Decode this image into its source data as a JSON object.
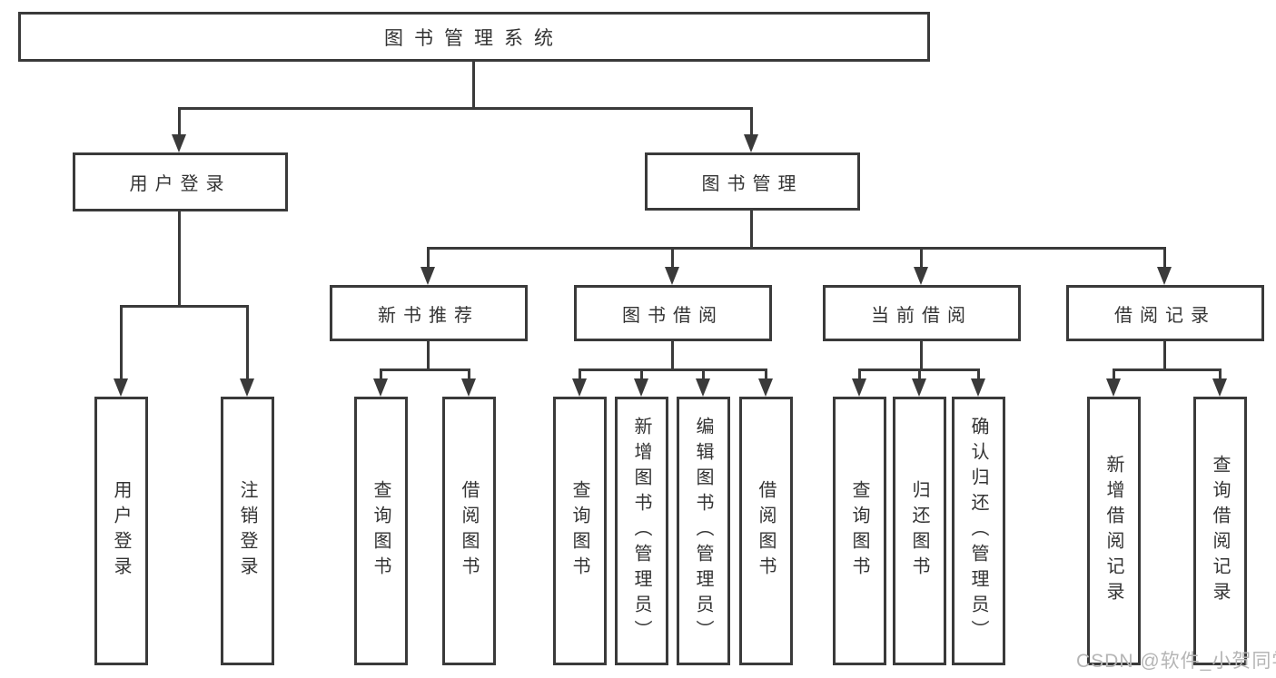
{
  "diagram": {
    "root": {
      "label": "图书管理系统"
    },
    "level2": [
      {
        "label": "用户登录",
        "children": [
          {
            "label": "用户登录"
          },
          {
            "label": "注销登录"
          }
        ]
      },
      {
        "label": "图书管理"
      }
    ],
    "level3": [
      {
        "label": "新书推荐",
        "children": [
          {
            "label": "查询图书"
          },
          {
            "label": "借阅图书"
          }
        ]
      },
      {
        "label": "图书借阅",
        "children": [
          {
            "label": "查询图书"
          },
          {
            "label": "新增图书（管理员）"
          },
          {
            "label": "编辑图书（管理员）"
          },
          {
            "label": "借阅图书"
          }
        ]
      },
      {
        "label": "当前借阅",
        "children": [
          {
            "label": "查询图书"
          },
          {
            "label": "归还图书"
          },
          {
            "label": "确认归还（管理员）"
          }
        ]
      },
      {
        "label": "借阅记录",
        "children": [
          {
            "label": "新增借阅记录"
          },
          {
            "label": "查询借阅记录"
          }
        ]
      }
    ],
    "watermark": "CSDN @软件_小贺同学",
    "colors": {
      "line": "#3a3a3a",
      "text": "#333333",
      "watermark": "#b5b5b5",
      "background": "#ffffff"
    }
  }
}
